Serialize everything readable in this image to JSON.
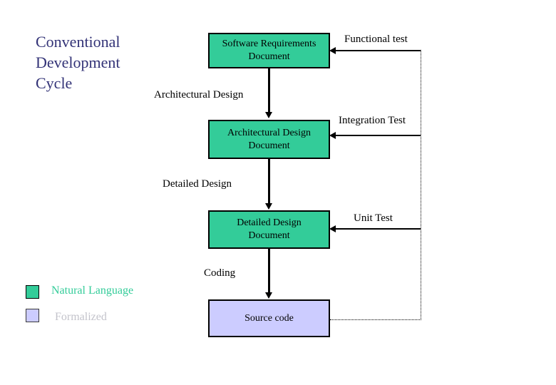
{
  "title": {
    "line1": "Conventional",
    "line2": "Development",
    "line3": "Cycle"
  },
  "boxes": {
    "software_requirements": {
      "line1": "Software Requirements",
      "line2": "Document"
    },
    "architectural_design": {
      "line1": "Architectural Design",
      "line2": "Document"
    },
    "detailed_design": {
      "line1": "Detailed Design",
      "line2": "Document"
    },
    "source_code": {
      "line1": "Source code"
    }
  },
  "phase_labels": {
    "architectural_design": "Architectural Design",
    "detailed_design": "Detailed Design",
    "coding": "Coding"
  },
  "test_labels": {
    "functional_test": "Functional test",
    "integration_test": "Integration Test",
    "unit_test": "Unit Test"
  },
  "legend": {
    "natural_language": "Natural Language",
    "formalized": "Formalized"
  },
  "colors": {
    "natural_language_fill": "#33cc99",
    "formalized_fill": "#ccccff",
    "title_text": "#333377",
    "legend_formalized_text": "#c3c3cb",
    "connector": "#000000"
  }
}
